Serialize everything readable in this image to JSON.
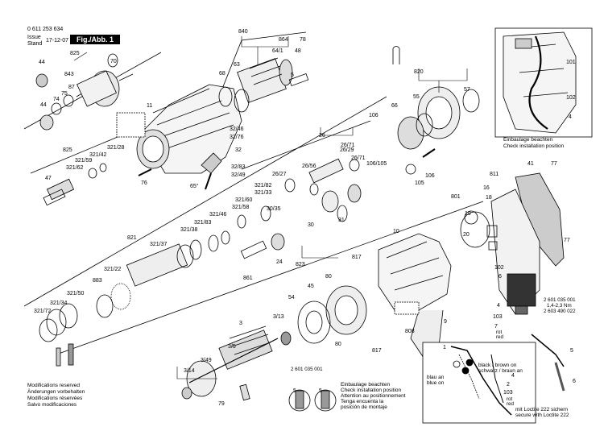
{
  "header": {
    "doc_number": "0 611 253 634",
    "issue_label": "Issue",
    "stand_label": "Stand",
    "date": "17-12-07",
    "fig_label": "Fig./Abb. 1"
  },
  "labels": {
    "l840": "840",
    "l864": "864",
    "l78": "78",
    "l64_1": "64/1",
    "l48": "48",
    "l5": "5",
    "l68": "68",
    "l63": "63",
    "l44a": "44",
    "l825a": "825",
    "l843": "843",
    "l70": "70",
    "l87": "87",
    "l75": "75",
    "l74": "74",
    "l44b": "44",
    "l11": "11",
    "l32_46": "32/46",
    "l32_76": "32/76",
    "l32": "32",
    "l32_83": "32/83",
    "l32_49": "32/49",
    "l825b": "825",
    "l321_28": "321/28",
    "l321_42": "321/42",
    "l321_59": "321/59",
    "l321_62": "321/62",
    "l47": "47",
    "l76": "76",
    "l65": "65°",
    "l820": "820",
    "l57": "57",
    "l66": "66",
    "l55": "55",
    "l106a": "106",
    "l106_105": "106/105",
    "l106b": "106",
    "l105": "105",
    "l26": "26",
    "l26_71a": "26/71",
    "l26_56": "26/56",
    "l26_29": "26/29",
    "l26_71b": "26/71",
    "l26_27": "26/27",
    "l321_82": "321/82",
    "l321_33": "321/33",
    "l321_60": "321/60",
    "l321_58": "321/58",
    "l321_46": "321/46",
    "l321_83": "321/83",
    "l321_38": "321/38",
    "l821": "821",
    "l321_37": "321/37",
    "l321_22": "321/22",
    "l883": "883",
    "l321_50": "321/50",
    "l321_34": "321/34",
    "l321_72": "321/72",
    "l30_35": "30/35",
    "l30": "30",
    "l31": "31",
    "l24": "24",
    "l823": "823",
    "l861": "861",
    "l801": "801",
    "l811": "811",
    "l16": "16",
    "l18": "18",
    "l19": "19",
    "l20": "20",
    "l41": "41",
    "l77a": "77",
    "l77b": "77",
    "l817a": "817",
    "l817b": "817",
    "l10": "10",
    "l80a": "80",
    "l80b": "80",
    "l45": "45",
    "l808": "808",
    "l9": "9",
    "l102a": "102",
    "l6": "6",
    "l4a": "4",
    "l103a": "103",
    "l7": "7",
    "l5b": "5",
    "l101": "101",
    "l102b": "102",
    "l4b": "4",
    "l3": "3",
    "l3_13": "3/13",
    "l54": "54",
    "l3_5": "3/5",
    "l3_49": "3/49",
    "l3_14": "3/14",
    "l79": "79",
    "l1": "1",
    "l2": "2",
    "l103b": "103",
    "l4c": "4",
    "part_2601": "2 601 035 001",
    "part_2601b": "2 601 035 001",
    "part_14": "1,4-2,3 Nm",
    "part_2603": "2 603 490 022",
    "rot_rot": "rot",
    "rot_red": "red",
    "rot2_rot": "rot",
    "rot2_red": "red"
  },
  "inset_top": {
    "line1": "Einbaulage beachten",
    "line2": "Check installation position"
  },
  "inset_bottom": {
    "title_lines": [
      "Einbaulage beachten",
      "Check installation position",
      "Attention au positionnement",
      "Tenga encuenta la",
      "posición de montaje"
    ],
    "blue_de": "blau an",
    "blue_en": "blue on",
    "black_en": "black / brown on",
    "black_de": "schwarz / braun an",
    "loctite_de": "mit Loctite 222 sichern",
    "loctite_en": "secure with Loctite 222"
  },
  "modifications": [
    "Modifications reserved",
    "Änderungen vorbehalten",
    "Modifications réservées",
    "Salvo modificaciones"
  ]
}
